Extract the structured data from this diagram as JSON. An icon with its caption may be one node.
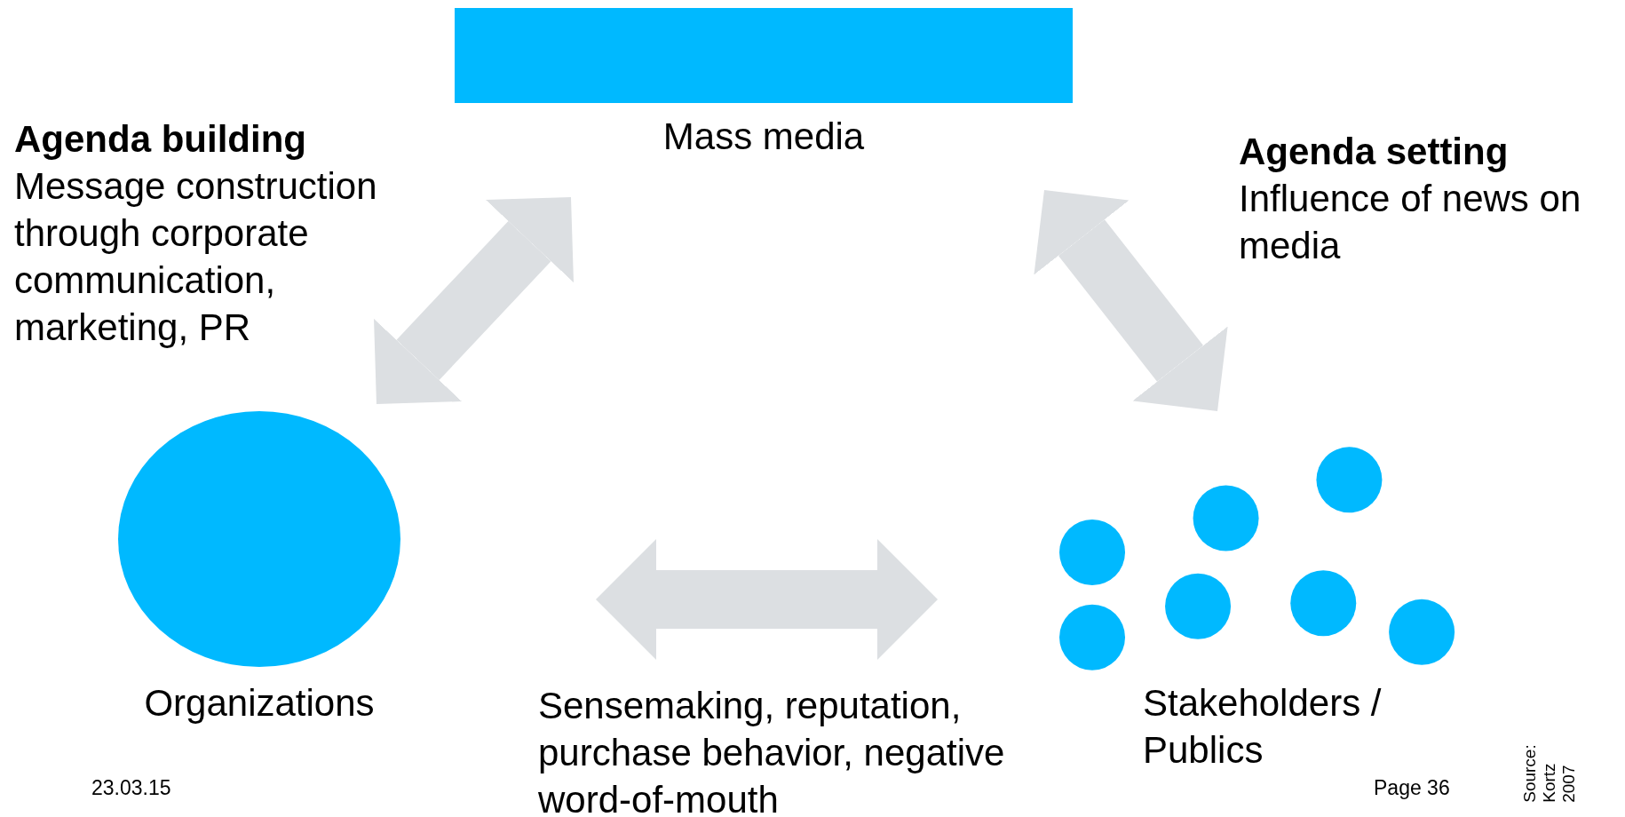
{
  "diagram": {
    "nodes": [
      {
        "text": [
          "Mass media"
        ]
      },
      {
        "text": [
          "Organizations"
        ]
      },
      {
        "text": [
          "Stakeholders / Publics"
        ]
      }
    ],
    "edges": [
      {
        "from": 1,
        "to": 0,
        "arrow": "both"
      },
      {
        "from": 0,
        "to": 2,
        "arrow": "both"
      },
      {
        "from": 1,
        "to": 2,
        "arrow": "both"
      }
    ],
    "labels": [
      "Agenda building",
      "Message construction through corporate communication, marketing, PR",
      "Agenda setting",
      "Influence of news on media",
      "Sensemaking, reputation, purchase behavior, negative word-of-mouth",
      "23.03.15",
      "Page 36",
      "Source: Kortz 2007"
    ]
  }
}
